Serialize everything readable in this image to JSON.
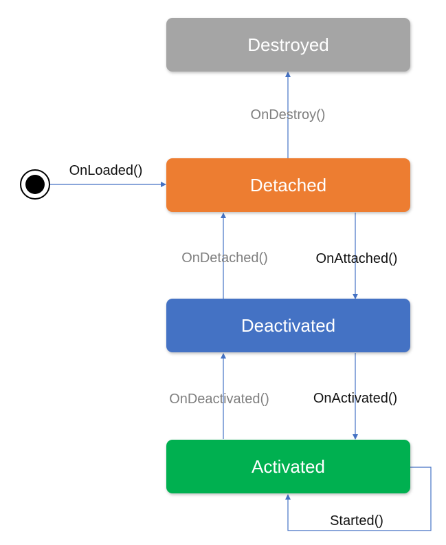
{
  "states": {
    "destroyed": {
      "label": "Destroyed",
      "color": "#a5a5a5"
    },
    "detached": {
      "label": "Detached",
      "color": "#ed7d31"
    },
    "deactivated": {
      "label": "Deactivated",
      "color": "#4472c4"
    },
    "activated": {
      "label": "Activated",
      "color": "#00b050"
    }
  },
  "transitions": {
    "on_loaded": "OnLoaded()",
    "on_destroy": "OnDestroy()",
    "on_detached": "OnDetached()",
    "on_attached": "OnAttached()",
    "on_deactivated": "OnDeactivated()",
    "on_activated": "OnActivated()",
    "started": "Started()"
  },
  "colors": {
    "arrow": "#4472c4",
    "muted_label": "#7f7f7f",
    "label": "#111111"
  }
}
